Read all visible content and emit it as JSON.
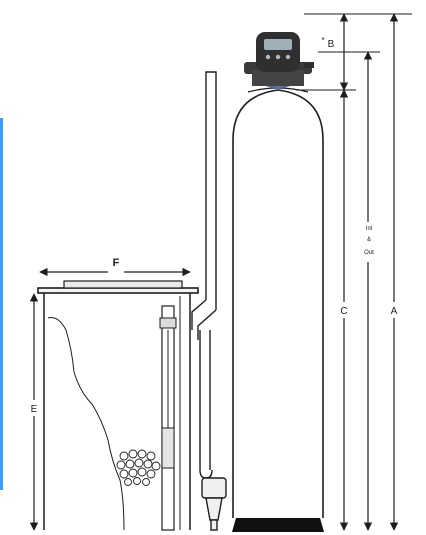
{
  "labels": {
    "a": "A",
    "b": "B",
    "b_marker": "*",
    "c": "C",
    "e": "E",
    "f": "F",
    "inlet_outlet": [
      "Inl",
      "&",
      "Out"
    ]
  },
  "colors": {
    "outline": "#1e1e1e",
    "edge_accent": "#3aa0ff",
    "valve_head": "#2f2f2f",
    "tank_base": "#111111",
    "background": "#ffffff"
  }
}
